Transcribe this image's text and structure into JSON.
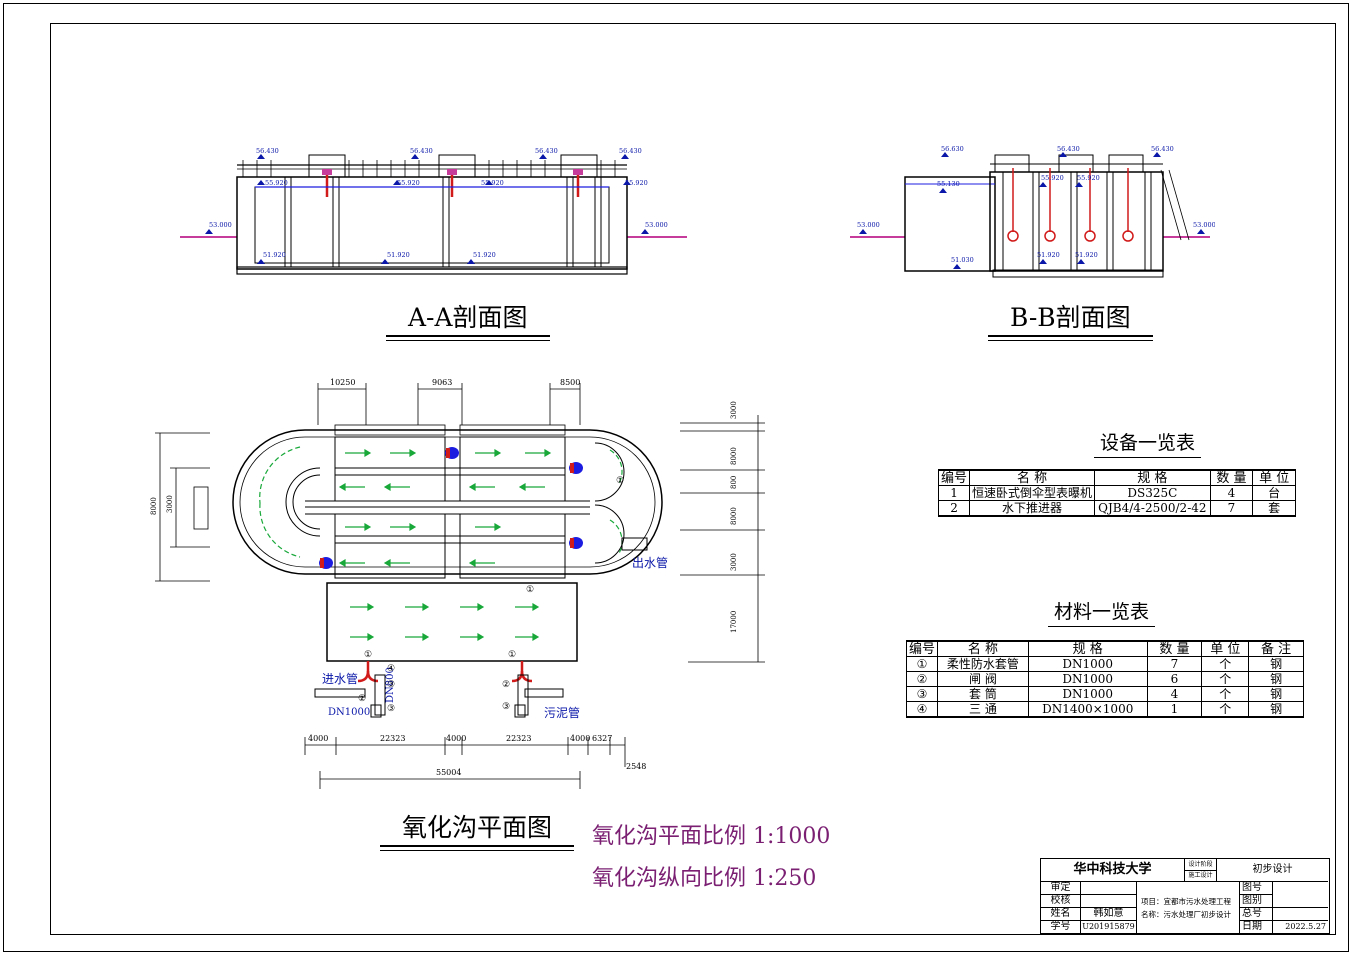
{
  "colors": {
    "flow_arrow": "#19a83a",
    "dim_blue": "#0a17a8",
    "pipe_red": "#d11a1a",
    "water_blue": "#1c1ce0",
    "scale_text": "#7a1f72",
    "ground_magenta": "#c63c9a"
  },
  "section_aa": {
    "title": "A-A剖面图",
    "elevations": {
      "top": "56.430",
      "water": "55.920",
      "water_end": "55.920",
      "ground": "53.000",
      "bottom": "51.920",
      "bottom_mid": "51.920"
    }
  },
  "section_bb": {
    "title": "B-B剖面图",
    "elevations": {
      "top": "56.430",
      "top_left": "56.630",
      "water": "55.920",
      "water_left": "55.130",
      "ground": "53.000",
      "bottom": "51.920",
      "bottom_left": "51.030"
    }
  },
  "plan": {
    "title": "氧化沟平面图",
    "dims_top": [
      "10250",
      "9063",
      "8500"
    ],
    "dims_bottom": [
      "4000",
      "22323",
      "4000",
      "22323",
      "4000",
      "6327"
    ],
    "dims_total": "55004",
    "dim_small": "2548",
    "dims_right": [
      "3000",
      "8000",
      "800",
      "8000",
      "3000",
      "17000"
    ],
    "dims_left": [
      "8000",
      "3000"
    ],
    "labels": {
      "outlet": "出水管",
      "inlet": "进水管",
      "sludge": "污泥管",
      "inlet_size": "DN1000",
      "inlet_vertical": "DN800"
    },
    "markers": [
      "①",
      "②",
      "③",
      "④"
    ]
  },
  "scale_notes": {
    "plan": "氧化沟平面比例 1:1000",
    "vertical": "氧化沟纵向比例 1:250"
  },
  "equipment_table": {
    "caption": "设备一览表",
    "headers": [
      "编号",
      "名    称",
      "规    格",
      "数  量",
      "单  位"
    ],
    "rows": [
      [
        "1",
        "恒速卧式倒伞型表曝机",
        "DS325C",
        "4",
        "台"
      ],
      [
        "2",
        "水下推进器",
        "QJB4/4-2500/2-42",
        "7",
        "套"
      ]
    ]
  },
  "material_table": {
    "caption": "材料一览表",
    "headers": [
      "编号",
      "名    称",
      "规    格",
      "数  量",
      "单  位",
      "备  注"
    ],
    "rows": [
      [
        "①",
        "柔性防水套管",
        "DN1000",
        "7",
        "个",
        "钢"
      ],
      [
        "②",
        "闸    阀",
        "DN1000",
        "6",
        "个",
        "钢"
      ],
      [
        "③",
        "套    筒",
        "DN1000",
        "4",
        "个",
        "钢"
      ],
      [
        "④",
        "三    通",
        "DN1400×1000",
        "1",
        "个",
        "钢"
      ]
    ]
  },
  "title_block": {
    "school": "华中科技大学",
    "stage_small_1": "设计阶段",
    "stage_small_2": "施工设计",
    "stage": "初步设计",
    "rows_left": [
      "审定",
      "校核",
      "姓名",
      "学号"
    ],
    "name": "韩如意",
    "student_id": "U201915879",
    "project_label": "项目：",
    "project": "宜都市污水处理工程",
    "name_label": "名称：",
    "drawing_name": "污水处理厂初步设计",
    "rows_right": [
      "图号",
      "图别",
      "总号",
      "日期"
    ],
    "date": "2022.5.27"
  }
}
